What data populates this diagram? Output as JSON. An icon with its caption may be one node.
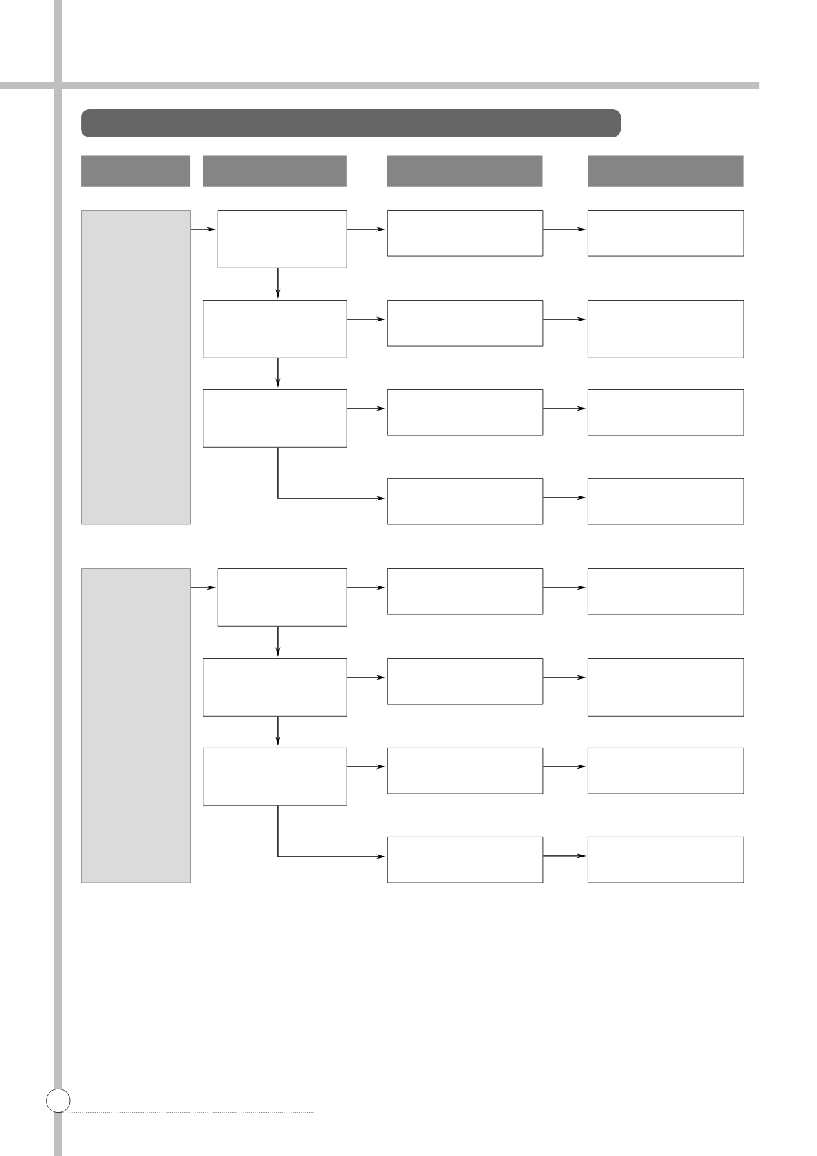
{
  "diagram": {
    "nodes": [
      {
        "text": [],
        "shape": "box"
      },
      {
        "text": [],
        "shape": "box"
      },
      {
        "text": [],
        "shape": "box"
      },
      {
        "text": [],
        "shape": "box"
      },
      {
        "text": [],
        "shape": "box"
      },
      {
        "text": [],
        "shape": "box"
      },
      {
        "text": [],
        "shape": "box"
      },
      {
        "text": [],
        "shape": "box"
      },
      {
        "text": [],
        "shape": "box"
      },
      {
        "text": [],
        "shape": "box"
      },
      {
        "text": [],
        "shape": "box"
      },
      {
        "text": [],
        "shape": "box"
      },
      {
        "text": [],
        "shape": "box"
      },
      {
        "text": [],
        "shape": "box"
      },
      {
        "text": [],
        "shape": "box"
      },
      {
        "text": [],
        "shape": "box"
      },
      {
        "text": [],
        "shape": "box"
      },
      {
        "text": [],
        "shape": "box"
      },
      {
        "text": [],
        "shape": "box"
      },
      {
        "text": [],
        "shape": "box"
      },
      {
        "text": [],
        "shape": "box"
      },
      {
        "text": [],
        "shape": "box"
      },
      {
        "text": [],
        "shape": "box"
      },
      {
        "text": [],
        "shape": "box"
      }
    ],
    "edges": [
      {
        "from": 0,
        "to": 1,
        "arrow": "to"
      },
      {
        "from": 1,
        "to": 2,
        "arrow": "to"
      },
      {
        "from": 2,
        "to": 3,
        "arrow": "to"
      },
      {
        "from": 1,
        "to": 4,
        "arrow": "to"
      },
      {
        "from": 4,
        "to": 5,
        "arrow": "to"
      },
      {
        "from": 5,
        "to": 6,
        "arrow": "to"
      },
      {
        "from": 4,
        "to": 7,
        "arrow": "to"
      },
      {
        "from": 7,
        "to": 8,
        "arrow": "to"
      },
      {
        "from": 8,
        "to": 9,
        "arrow": "to"
      },
      {
        "from": 7,
        "to": 10,
        "arrow": "to"
      },
      {
        "from": 10,
        "to": 11,
        "arrow": "to"
      },
      {
        "from": 12,
        "to": 13,
        "arrow": "to"
      },
      {
        "from": 13,
        "to": 14,
        "arrow": "to"
      },
      {
        "from": 14,
        "to": 15,
        "arrow": "to"
      },
      {
        "from": 13,
        "to": 16,
        "arrow": "to"
      },
      {
        "from": 16,
        "to": 17,
        "arrow": "to"
      },
      {
        "from": 17,
        "to": 18,
        "arrow": "to"
      },
      {
        "from": 16,
        "to": 19,
        "arrow": "to"
      },
      {
        "from": 19,
        "to": 20,
        "arrow": "to"
      },
      {
        "from": 20,
        "to": 21,
        "arrow": "to"
      },
      {
        "from": 19,
        "to": 22,
        "arrow": "to"
      },
      {
        "from": 22,
        "to": 23,
        "arrow": "to"
      }
    ]
  }
}
